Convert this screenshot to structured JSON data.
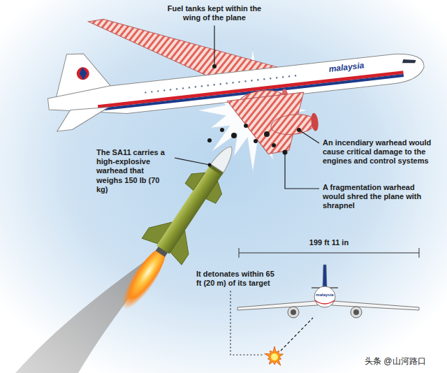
{
  "diagram": {
    "labels": [
      "Fuel tanks kept within the wing of the plane",
      "malaysia",
      "The SA11 carries a high-explosive warhead that weighs 150 lb (70 kg)",
      "An incendiary warhead would cause critical damage to the engines and control systems",
      "A fragmentation warhead would shred the plane with shrapnel",
      "199 ft 11 in",
      "malaysia",
      "It detonates within 65 ft (20 m) of its target",
      "头条 @山河路口"
    ]
  }
}
